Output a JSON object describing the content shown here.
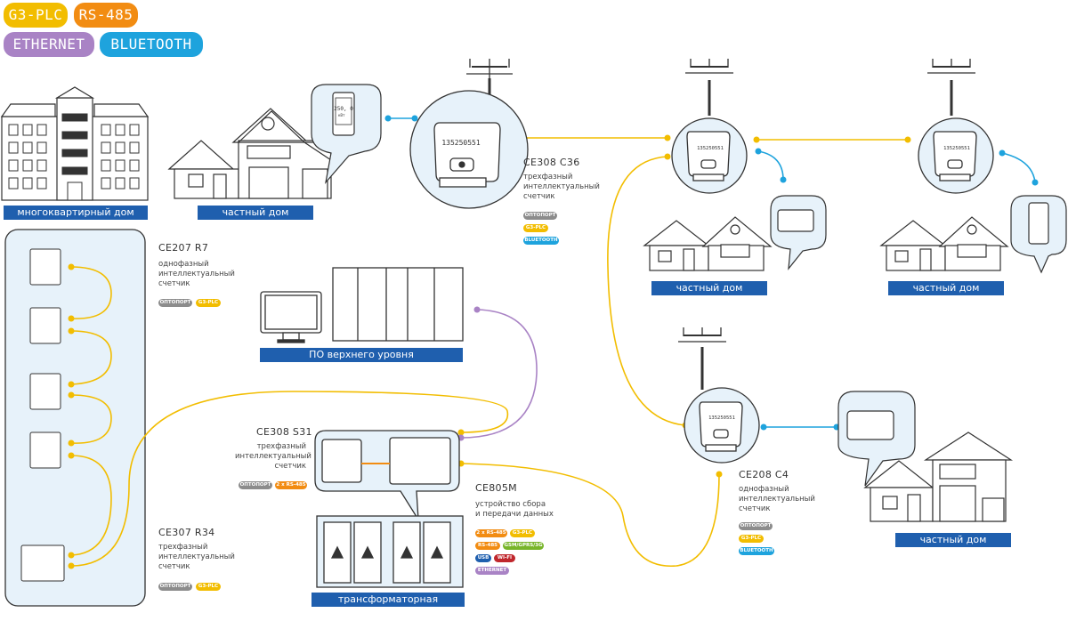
{
  "legend": {
    "g3plc": "G3-PLC",
    "rs485": "RS-485",
    "ethernet": "ETHERNET",
    "bluetooth": "BLUETOOTH"
  },
  "colors": {
    "g3plc": "#f2bd00",
    "rs485": "#f28c12",
    "ethernet": "#a983c5",
    "bluetooth": "#1ea3dd",
    "optoport": "#8c8c8c",
    "label_bg": "#1f5fae",
    "panel_bg": "#e7f2fa"
  },
  "labels": {
    "apartment": "многоквартирный дом",
    "house1": "частный дом",
    "house2": "частный дом",
    "house3": "частный дом",
    "house4": "частный дом",
    "software": "ПО верхнего уровня",
    "substation": "трансформаторная подстанция"
  },
  "phone": {
    "reading": "250, 0",
    "unit": "кВт"
  },
  "meter_serial": "135250551",
  "devices": {
    "ce308c36": {
      "title": "СЕ308 С36",
      "desc": [
        "трехфазный",
        "интеллектуальный",
        "счетчик"
      ],
      "tags": [
        "ОПТОПОРТ",
        "G3-PLC",
        "BLUETOOTH"
      ]
    },
    "ce207r7": {
      "title": "СЕ207 R7",
      "desc": [
        "однофазный",
        "интеллектуальный",
        "счетчик"
      ],
      "tags": [
        "ОПТОПОРТ",
        "G3-PLC"
      ]
    },
    "ce308s31": {
      "title": "СЕ308 S31",
      "desc": [
        "трехфазный",
        "интеллектуальный",
        "счетчик"
      ],
      "tags": [
        "ОПТОПОРТ",
        "2 x RS-485"
      ]
    },
    "ce307r34": {
      "title": "СЕ307 R34",
      "desc": [
        "трехфазный",
        "интеллектуальный",
        "счетчик"
      ],
      "tags": [
        "ОПТОПОРТ",
        "G3-PLC"
      ]
    },
    "ce805m": {
      "title": "СЕ805М",
      "desc": [
        "устройство сбора",
        "и передачи данных"
      ],
      "tags": [
        "2 x RS-485",
        "G3-PLC",
        "RS-485",
        "GSM/GPRS/3G",
        "USB",
        "WI-FI",
        "ETHERNET"
      ]
    },
    "ce208c4": {
      "title": "СЕ208 С4",
      "desc": [
        "однофазный",
        "интеллектуальный",
        "счетчик"
      ],
      "tags": [
        "ОПТОПОРТ",
        "G3-PLC",
        "BLUETOOTH"
      ]
    }
  }
}
